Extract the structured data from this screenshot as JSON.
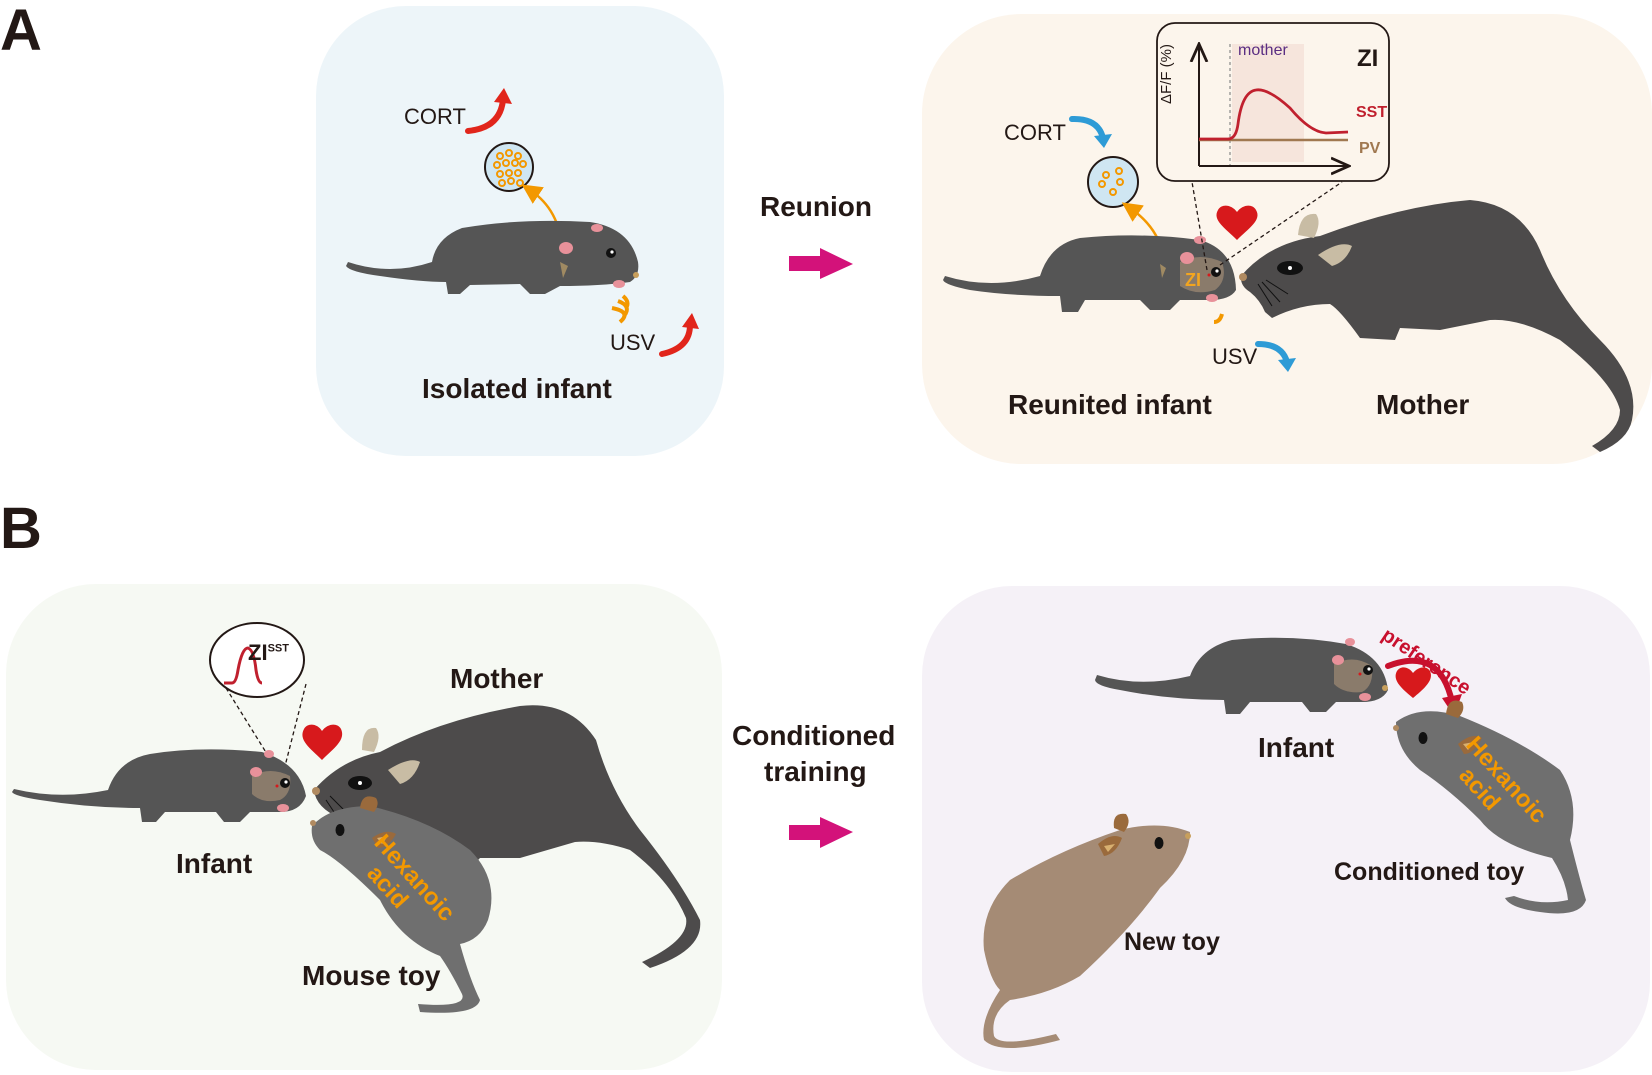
{
  "panels": {
    "A": {
      "letter": "A",
      "left_box": {
        "title": "Isolated infant",
        "cort_label": "CORT",
        "cort_trend": "up",
        "usv_label": "USV",
        "usv_trend": "up"
      },
      "transition": {
        "label": "Reunion",
        "arrow_icon": "right-arrow-icon"
      },
      "right_box": {
        "infant_title": "Reunited infant",
        "mother_title": "Mother",
        "cort_label": "CORT",
        "cort_trend": "down",
        "usv_label": "USV",
        "usv_trend": "down",
        "brain_region_label": "ZI",
        "inset": {
          "region": "ZI",
          "event_label": "mother",
          "y_axis_label": "ΔF/F (%)",
          "series": [
            {
              "name": "SST",
              "color": "#c0202e",
              "response": "transient increase during mother contact"
            },
            {
              "name": "PV",
              "color": "#a07850",
              "response": "flat"
            }
          ]
        }
      }
    },
    "B": {
      "letter": "B",
      "left_box": {
        "infant_label": "Infant",
        "mother_label": "Mother",
        "toy_label": "Mouse toy",
        "odor_label_line1": "Hexanoic",
        "odor_label_line2": "acid",
        "inset_label": "ZI",
        "inset_superscript": "SST"
      },
      "transition": {
        "label_line1": "Conditioned",
        "label_line2": "training",
        "arrow_icon": "right-arrow-icon"
      },
      "right_box": {
        "infant_label": "Infant",
        "preference_label": "preference",
        "conditioned_toy_label": "Conditioned toy",
        "new_toy_label": "New toy",
        "odor_label_line1": "Hexanoic",
        "odor_label_line2": "acid"
      }
    }
  },
  "colors": {
    "box_isolated": "#edf5f9",
    "box_reunited": "#fcf5ec",
    "box_b_left": "#f6f9f3",
    "box_b_right": "#f5f1f7",
    "mouse_dark": "#555555",
    "mother_fur": "#4d4b4b",
    "toy_grey": "#6f6f6f",
    "new_toy": "#a58b75",
    "arrow_magenta": "#d3127a",
    "arrow_up_red": "#e1251b",
    "arrow_down_blue": "#2e9bd6",
    "odor_orange": "#f39800",
    "heart_red": "#d7191c",
    "preference_red": "#c8102e",
    "mother_event_purple": "#5a2d82"
  }
}
